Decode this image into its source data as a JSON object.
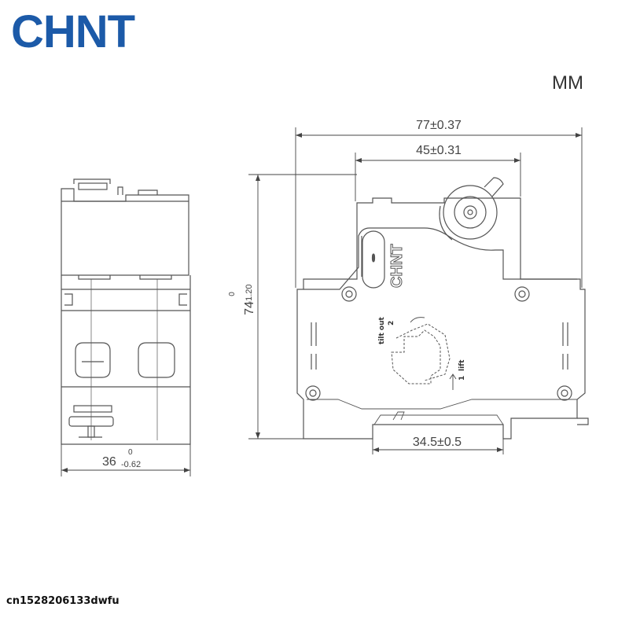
{
  "brand": {
    "logo_text": "CHNT",
    "color": "#1c5aa8"
  },
  "units_label": "MM",
  "dimensions": {
    "overall_length": "77±0.37",
    "inner_length": "45±0.31",
    "height_value": "74",
    "height_tol_upper": "0",
    "height_tol_lower": "-1.20",
    "width_value": "36",
    "width_tol_upper": "0",
    "width_tol_lower": "-0.62",
    "rail_width": "34.5±0.5"
  },
  "side_label": {
    "brand": "CHNT",
    "tilt_label": "tilt out",
    "tilt_step": "2",
    "lift_label": "lift",
    "lift_step": "1"
  },
  "watermark": "cn1528206133dwfu"
}
